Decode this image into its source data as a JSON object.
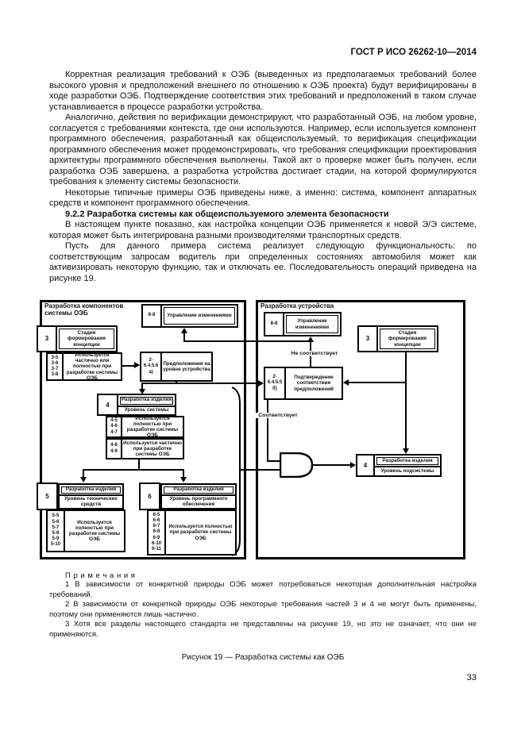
{
  "header": {
    "doc_number": "ГОСТ Р ИСО 26262-10—2014"
  },
  "body": {
    "p1": "Корректная реализация требований к ОЭБ (выведенных из предполагаемых требований более высокого уровня и предположений внешнего по отношению к ОЭБ проекта) будут верифицированы в ходе разработки ОЭБ. Подтверждение соответствия этих требований и предположений в таком случае устанавливается в процессе разработки устройства.",
    "p2": "Аналогично, действия по верификации демонстрируют, что разработанный ОЭБ, на любом уровне, согласуется с требованиями контекста, где они используются. Например, если используется компонент программного обеспечения, разработанный как общеиспользуемый, то верификация спецификации программного обеспечения может продемонстрировать, что требования спецификации проектирования архитектуры программного обеспечения выполнены. Такой акт о проверке может быть получен, если разработка ОЭБ завершена, а разработка устройства достигает стадии, на которой формулируются требования к элементу системы безопасности.",
    "p3": "Некоторые типичные примеры ОЭБ приведены ниже, а именно: система, компонент аппаратных средств и компонент программного обеспечения.",
    "h922": "9.2.2 Разработка системы как общеиспользуемого элемента безопасности",
    "p4": "В настоящем пункте показано, как настройка концепции ОЭБ применяется к новой Э/Э системе, которая может быть интегрирована разными производителями транспортных средств.",
    "p5": "Пусть для данного примера система реализует следующую функциональность: по соответствующим запросам водитель при определенных состояниях автомобиля может как активизировать некоторую функцию, так и отключать ее. Последовательность операций приведена на рисунке 19."
  },
  "diagram": {
    "left": {
      "title": "Разработка компонентов системы ОЭБ",
      "change_mgmt": {
        "num": "8-8",
        "label": "Управление изменениями"
      },
      "concept": {
        "num": "3",
        "label": "Стадия формирования концепции"
      },
      "usage3": {
        "nums": "3-5\n3-6\n3-7\n3-8",
        "label": "Используется частично или полностью при разработке системы ОЭБ"
      },
      "assumptions": {
        "num": "2-\n6.4.5.6\nа)",
        "label": "Предположения на уровне устройства"
      },
      "dev_system": {
        "num": "4",
        "title": "Разработка изделия",
        "level": "Уровень системы",
        "used_fully": {
          "nums": "4-5\n4-6\n4-7",
          "label": "Используется полностью при разработке системы ОЭБ"
        },
        "used_partially": {
          "nums": "4-8\n4-9",
          "label": "Используется частично при разработке системы ОЭБ"
        }
      },
      "dev_hardware": {
        "num": "5",
        "title": "Разработка изделия",
        "level": "Уровень технических средств",
        "used": {
          "nums": "5-5\n5-6\n5-7\n5-8\n5-9\n5-10",
          "label": "Используется полностью при разработке системы ОЭБ"
        }
      },
      "dev_software": {
        "num": "6",
        "title": "Разработка изделия",
        "level": "Уровень программного обеспечения",
        "used": {
          "nums": "6-5\n6-6\n6-7\n6-8\n6-9\n6-10\n6-11",
          "label": "Используется полностью при разработке системы ОЭБ"
        }
      }
    },
    "right": {
      "title": "Разработка устройства",
      "change_mgmt": {
        "num": "8-8",
        "label": "Управление изменениями"
      },
      "concept": {
        "num": "3",
        "label": "Стадия формирования концепции"
      },
      "confirmation": {
        "num": "2-\n6.4.5.5\nб)",
        "label": "Подтверждение соответствия предположений"
      },
      "dev_subsystem": {
        "num": "4",
        "title": "Разработка изделия",
        "level": "Уровень подсистемы"
      },
      "label_not_comply": "Не соответствует",
      "label_comply": "Соответствует"
    }
  },
  "notes": {
    "title": "П р и м е ч а н и я",
    "items": [
      "1 В зависимости от конкретной природы ОЭБ может потребоваться некоторая дополнительная настройка требований.",
      "2 В зависимости от конкретной природы ОЭБ некоторые требования частей 3 и 4 не могут быть применены, поэтому они применяются лишь частично.",
      "3 Хотя все разделы настоящего стандарта не представлены на рисунке 19, но это не означает, что они не применяются."
    ]
  },
  "caption": "Рисунок 19 — Разработка системы как ОЭБ",
  "page_number": "33"
}
